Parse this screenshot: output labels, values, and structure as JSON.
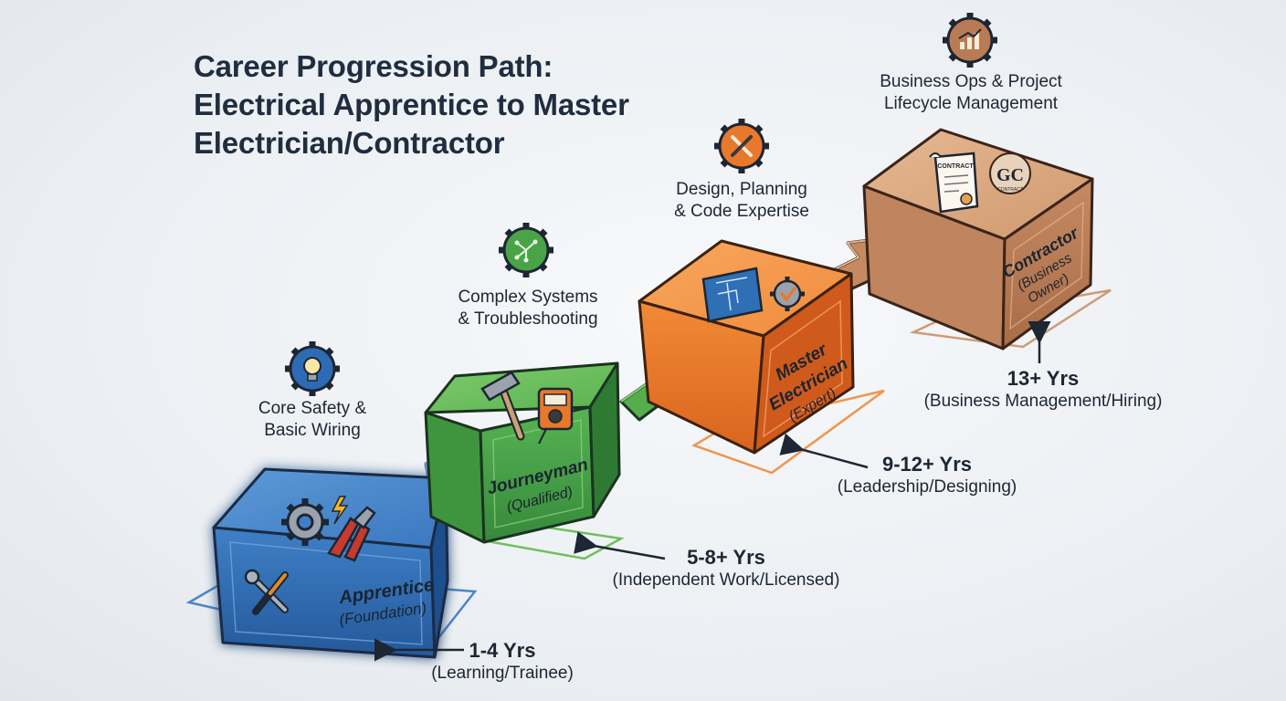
{
  "title": {
    "line1": "Career Progression Path:",
    "line2": "Electrical Apprentice to Master",
    "line3": "Electrician/Contractor"
  },
  "stages": [
    {
      "name": "Apprentice",
      "sub": "(Foundation)",
      "skills": [
        "Core Safety &",
        "Basic Wiring"
      ],
      "years": "1-4 Yrs",
      "years_desc": "(Learning/Trainee)",
      "color": "#2f6db5",
      "icons": [
        "lightbulb-gear-icon",
        "gear-icon",
        "lightning-icon",
        "pliers-icon",
        "wrench-screwdriver-icon"
      ]
    },
    {
      "name": "Journeyman",
      "sub": "(Qualified)",
      "skills": [
        "Complex Systems",
        "& Troubleshooting"
      ],
      "years": "5-8+ Yrs",
      "years_desc": "(Independent Work/Licensed)",
      "color": "#4aa347",
      "icons": [
        "circuit-gear-icon",
        "hammer-icon",
        "multimeter-icon"
      ]
    },
    {
      "name": "Master",
      "name2": "Electrician",
      "sub": "(Expert)",
      "skills": [
        "Design, Planning",
        "& Code Expertise"
      ],
      "years": "9-12+ Yrs",
      "years_desc": "(Leadership/Designing)",
      "color": "#e8782c",
      "icons": [
        "tools-gear-icon",
        "blueprint-icon",
        "checkmark-gear-icon"
      ]
    },
    {
      "name": "Contractor",
      "sub": "(Business",
      "sub2": "Owner)",
      "skills": [
        "Business Ops & Project",
        "Lifecycle Management"
      ],
      "years": "13+ Yrs",
      "years_desc": "(Business Management/Hiring)",
      "color": "#b97b55",
      "icons": [
        "chart-gear-icon",
        "contract-icon",
        "gc-badge-icon"
      ]
    }
  ],
  "labels": {
    "contract_doc": "CONTRACT",
    "gc_badge": "GC",
    "gc_badge_small": "CONTRACT"
  }
}
